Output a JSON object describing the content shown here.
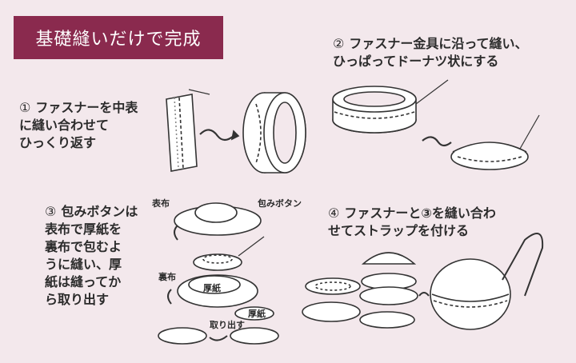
{
  "title": "基礎縫いだけで完成",
  "steps": [
    {
      "num": "①",
      "lines": [
        "ファスナーを中表",
        "に縫い合わせて",
        "ひっくり返す"
      ]
    },
    {
      "num": "②",
      "lines": [
        "ファスナー金具に沿って縫い、",
        "ひっぱってドーナツ状にする"
      ]
    },
    {
      "num": "③",
      "lines": [
        "包みボタンは",
        "表布で厚紙を",
        "裏布で包むよ",
        "うに縫い、厚",
        "紙は縫ってか",
        "ら取り出す"
      ]
    },
    {
      "num": "④",
      "lines": [
        "ファスナーと③を縫い合わ",
        "せてストラップを付ける"
      ]
    }
  ],
  "labels": {
    "omote": "表布",
    "tsutsumi": "包みボタン",
    "ura": "裏布",
    "atsugami1": "厚紙",
    "atsugami2": "厚紙",
    "toridasu": "取り出す"
  },
  "colors": {
    "title_bg": "#8a2a4e",
    "background": "#f3e8ec"
  }
}
